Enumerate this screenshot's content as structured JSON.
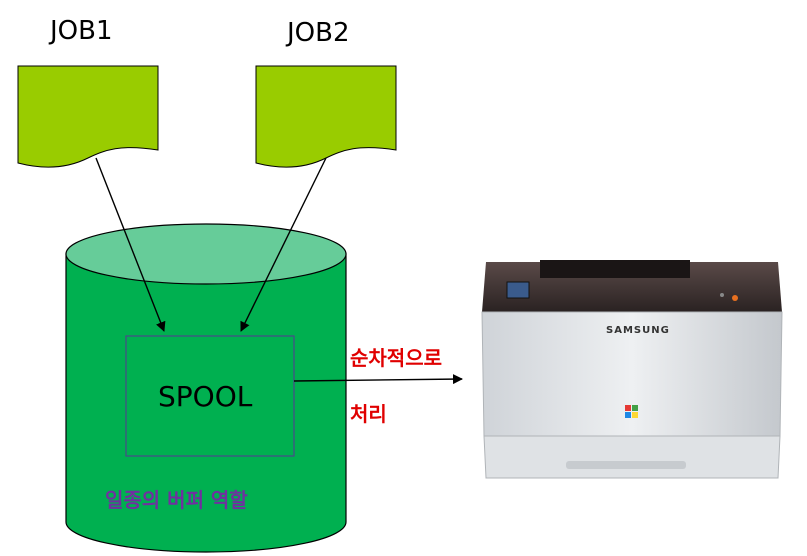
{
  "jobs": [
    {
      "label": "JOB1"
    },
    {
      "label": "JOB2"
    }
  ],
  "spool": {
    "label": "SPOOL"
  },
  "buffer_note": {
    "label": "일종의 버퍼 역할",
    "color": "#7030a0"
  },
  "process_note": {
    "line1": "순차적으로",
    "line2": "처리",
    "color": "#e00000"
  },
  "printer": {
    "brand": "SAMSUNG"
  },
  "colors": {
    "document_fill": "#99cc00",
    "cylinder_body": "#00b050",
    "cylinder_top": "#66cc99",
    "spool_box_border": "#4a4a8a"
  }
}
